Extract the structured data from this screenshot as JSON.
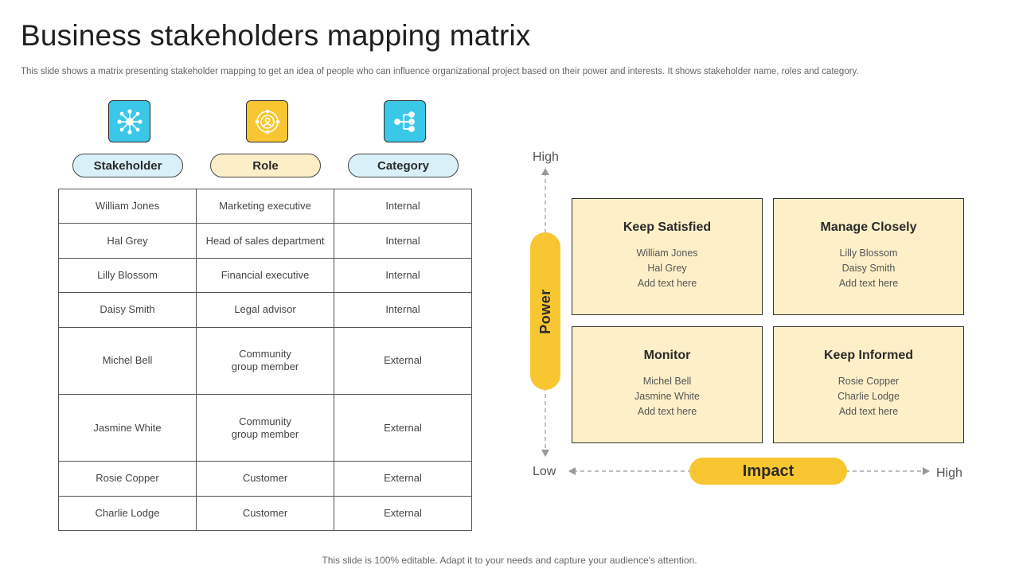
{
  "header": {
    "title": "Business stakeholders mapping matrix",
    "subtitle": "This slide shows a matrix presenting stakeholder mapping to get an idea of people who can influence organizational project based on their power and interests. It shows stakeholder name, roles and category."
  },
  "columns": [
    {
      "label": "Stakeholder",
      "icon": "network-icon",
      "color": "#3bc8e8"
    },
    {
      "label": "Role",
      "icon": "user-circle-icon",
      "color": "#f8c630"
    },
    {
      "label": "Category",
      "icon": "hierarchy-icon",
      "color": "#3bc8e8"
    }
  ],
  "rows": [
    {
      "name": "William Jones",
      "role": "Marketing executive",
      "category": "Internal"
    },
    {
      "name": "Hal Grey",
      "role": "Head of sales department",
      "category": "Internal"
    },
    {
      "name": "Lilly Blossom",
      "role": "Financial executive",
      "category": "Internal"
    },
    {
      "name": "Daisy Smith",
      "role": "Legal advisor",
      "category": "Internal"
    },
    {
      "name": "Michel Bell",
      "role": "Community group member",
      "category": "External"
    },
    {
      "name": "Jasmine White",
      "role": "Community group member",
      "category": "External"
    },
    {
      "name": "Rosie Copper",
      "role": "Customer",
      "category": "External"
    },
    {
      "name": "Charlie Lodge",
      "role": "Customer",
      "category": "External"
    }
  ],
  "matrix": {
    "y_axis": {
      "label": "Power",
      "high": "High"
    },
    "x_axis": {
      "label": "Impact",
      "low": "Low",
      "high": "High"
    },
    "quadrants": {
      "keep_satisfied": {
        "title": "Keep Satisfied",
        "items": [
          "William Jones",
          "Hal Grey",
          "Add text here"
        ]
      },
      "manage_closely": {
        "title": "Manage Closely",
        "items": [
          "Lilly Blossom",
          "Daisy Smith",
          "Add text here"
        ]
      },
      "monitor": {
        "title": "Monitor",
        "items": [
          "Michel Bell",
          "Jasmine White",
          "Add text here"
        ]
      },
      "keep_informed": {
        "title": "Keep Informed",
        "items": [
          "Rosie Copper",
          "Charlie Lodge",
          "Add text here"
        ]
      }
    }
  },
  "footer": "This slide is 100% editable. Adapt it to your needs and capture your audience's attention."
}
